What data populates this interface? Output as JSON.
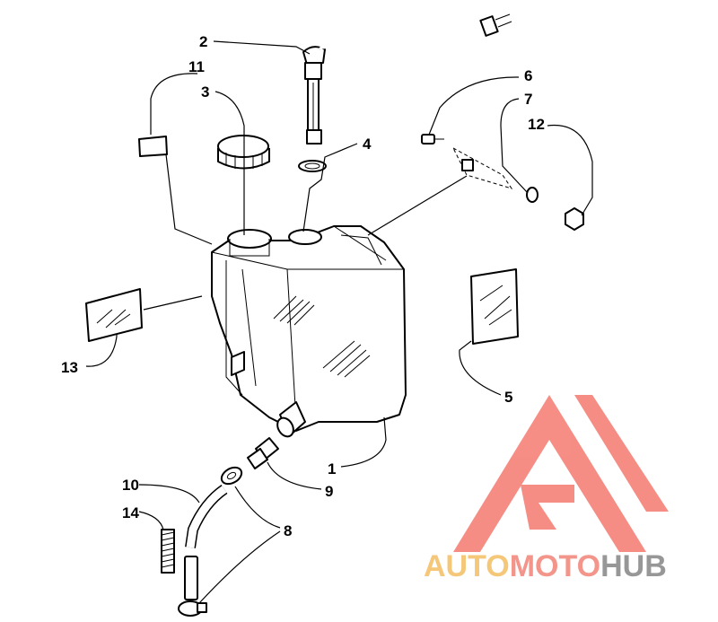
{
  "labels": {
    "n1": "1",
    "n2": "2",
    "n3": "3",
    "n4": "4",
    "n5": "5",
    "n6": "6",
    "n7": "7",
    "n8": "8",
    "n9": "9",
    "n10": "10",
    "n11": "11",
    "n12": "12",
    "n13": "13",
    "n14": "14"
  },
  "watermark": {
    "auto": "AUTO",
    "moto": "MOTO",
    "hub": "HUB",
    "colors": {
      "logo": "#f47a70",
      "auto": "#f5c26b",
      "moto": "#f28a7e",
      "hub": "#8c8c8c"
    }
  }
}
